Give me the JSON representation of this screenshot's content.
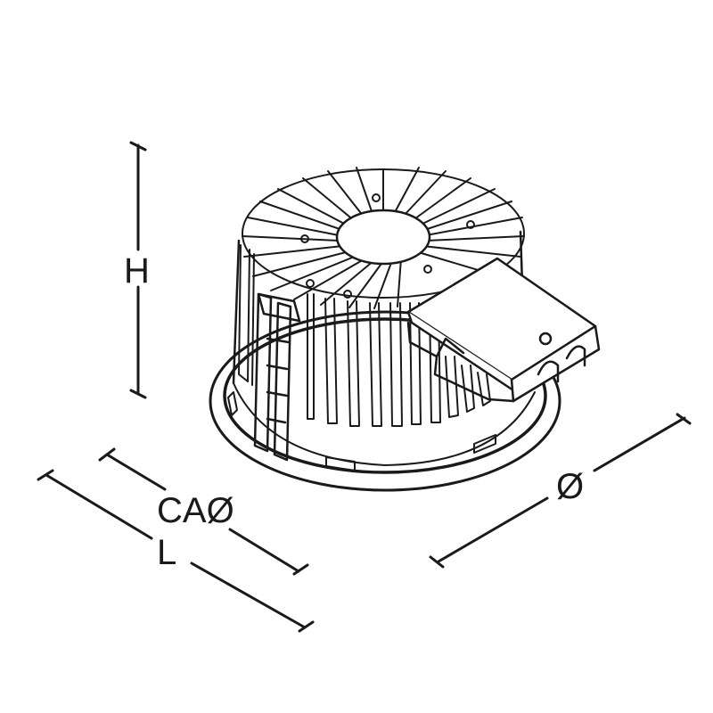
{
  "diagram": {
    "subject": "recessed downlight with radial heatsink and driver box",
    "line_color": "#1a1a1a",
    "background": "#ffffff"
  },
  "dimensions": {
    "height": {
      "label": "H"
    },
    "cutout_diameter": {
      "label": "CAØ"
    },
    "length": {
      "label": "L"
    },
    "diameter": {
      "label": "Ø"
    }
  }
}
